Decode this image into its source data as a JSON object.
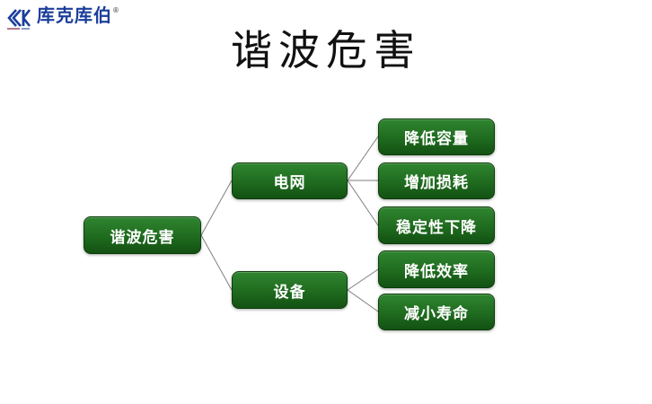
{
  "logo": {
    "brand": "库克库伯",
    "registered_mark": "®",
    "icon": "double-k-chevron-icon",
    "brand_color": "#1b3e9b"
  },
  "title": "谐波危害",
  "diagram": {
    "type": "tree",
    "node_color_top": "#2f852f",
    "node_color_bottom": "#135113",
    "node_text_color": "#ffffff",
    "connector_color": "#7d7d7d",
    "root": {
      "label": "谐波危害"
    },
    "branches": [
      {
        "label": "电网",
        "children": [
          {
            "label": "降低容量"
          },
          {
            "label": "增加损耗"
          },
          {
            "label": "稳定性下降"
          }
        ]
      },
      {
        "label": "设备",
        "children": [
          {
            "label": "降低效率"
          },
          {
            "label": "减小寿命"
          }
        ]
      }
    ]
  }
}
